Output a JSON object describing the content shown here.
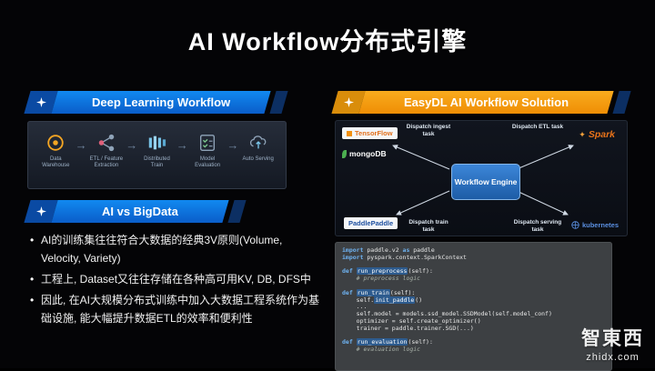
{
  "title": "AI Workflow分布式引擎",
  "left": {
    "workflow_header": "Deep Learning Workflow",
    "workflow_arrow": "→",
    "workflow_steps": [
      {
        "label": "Data Warehouse"
      },
      {
        "label": "ETL / Feature Extraction"
      },
      {
        "label": "Distributed Train"
      },
      {
        "label": "Model Evaluation"
      },
      {
        "label": "Auto Serving"
      }
    ],
    "compare_header": "AI vs BigData",
    "bullets": [
      "AI的训练集往往符合大数据的经典3V原则(Volume, Velocity, Variety)",
      "工程上, Dataset又往往存储在各种高可用KV, DB, DFS中",
      "因此, 在AI大规模分布式训练中加入大数据工程系统作为基础设施, 能大幅提升数据ETL的效率和便利性"
    ]
  },
  "right": {
    "solution_header": "EasyDL AI Workflow Solution",
    "diagram": {
      "engine_label": "Workflow Engine",
      "dispatch": {
        "top_left": "Dispatch ingest task",
        "top_right": "Dispatch ETL task",
        "bottom_left": "Dispatch train task",
        "bottom_right": "Dispatch serving task"
      },
      "logos": {
        "tensorflow": "TensorFlow",
        "mongodb": "mongoDB",
        "spark": "Spark",
        "paddle": "PaddlePaddle",
        "kubernetes": "kubernetes"
      }
    },
    "code_lines": [
      "import paddle.v2 as paddle",
      "import pyspark.context.SparkContext",
      "",
      "def run_preprocess(self):",
      "    # preprocess logic",
      "",
      "def run_train(self):",
      "    self.init_paddle()",
      "    ...",
      "    self.model = models.ssd_model.SSDModel(self.model_conf)",
      "    optimizer = self.create_optimizer()",
      "    trainer = paddle.trainer.SGD(...)",
      "",
      "def run_evaluation(self):",
      "    # evaluation logic"
    ]
  },
  "watermark": {
    "brand": "智東西",
    "site": "zhidx.com"
  },
  "colors": {
    "accent_blue": "#0e7fe0",
    "accent_orange": "#f59b22",
    "engine_blue": "#2f7fd6"
  }
}
